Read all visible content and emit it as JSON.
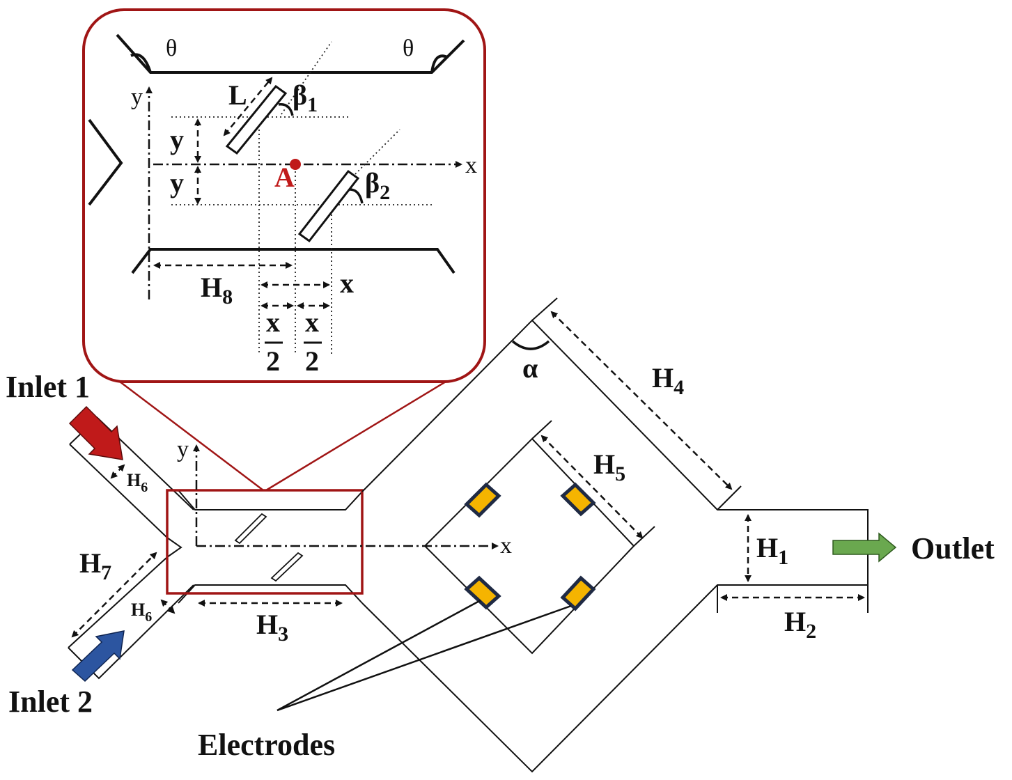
{
  "labels": {
    "inlet1": "Inlet 1",
    "inlet2": "Inlet 2",
    "outlet": "Outlet",
    "electrodes": "Electrodes",
    "alpha": "α",
    "theta": "θ",
    "axis_x": "x",
    "axis_y": "y",
    "point_a": "A",
    "length_l": "L",
    "dim_y": "y",
    "dim_x": "x",
    "half_x_num": "x",
    "half_x_den": "2"
  },
  "dims": [
    {
      "id": "H1",
      "base": "H",
      "sub": "1"
    },
    {
      "id": "H2",
      "base": "H",
      "sub": "2"
    },
    {
      "id": "H3",
      "base": "H",
      "sub": "3"
    },
    {
      "id": "H4",
      "base": "H",
      "sub": "4"
    },
    {
      "id": "H5",
      "base": "H",
      "sub": "5"
    },
    {
      "id": "H6",
      "base": "H",
      "sub": "6"
    },
    {
      "id": "H7",
      "base": "H",
      "sub": "7"
    },
    {
      "id": "H8",
      "base": "H",
      "sub": "8"
    }
  ],
  "angles": [
    {
      "id": "beta1",
      "base": "β",
      "sub": "1"
    },
    {
      "id": "beta2",
      "base": "β",
      "sub": "2"
    }
  ],
  "colors": {
    "inlet1_arrow": "#c01a1a",
    "inlet2_arrow": "#2c55a0",
    "outlet_arrow": "#6aa84f",
    "electrode_fill": "#f5b400",
    "electrode_border": "#1f2a44",
    "zoom_frame": "#a01515",
    "point_a": "#c01a1a"
  }
}
